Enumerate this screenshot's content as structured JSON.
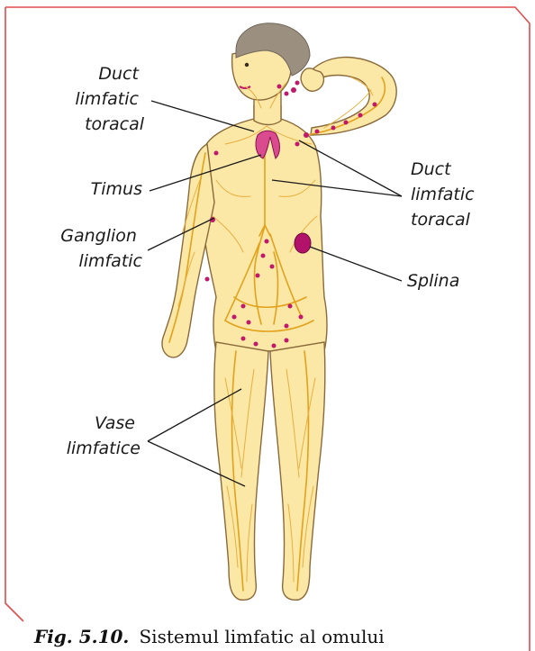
{
  "colors": {
    "frame": "#e24b4b",
    "skin": "#fbe7a6",
    "vessels": "#e2a21c",
    "lymph_nodes": "#c0186b",
    "hair": "#9b9080"
  },
  "labels": {
    "duct_top": [
      "Duct",
      "limfatic",
      "toracal"
    ],
    "timus": "Timus",
    "ganglion": [
      "Ganglion",
      "limfatic"
    ],
    "duct_right": [
      "Duct",
      "limfatic",
      "toracal"
    ],
    "splina": "Splina",
    "vase": [
      "Vase",
      "limfatice"
    ]
  },
  "caption": {
    "figure": "Fig. 5.10.",
    "text": "Sistemul limfatic al omului"
  }
}
